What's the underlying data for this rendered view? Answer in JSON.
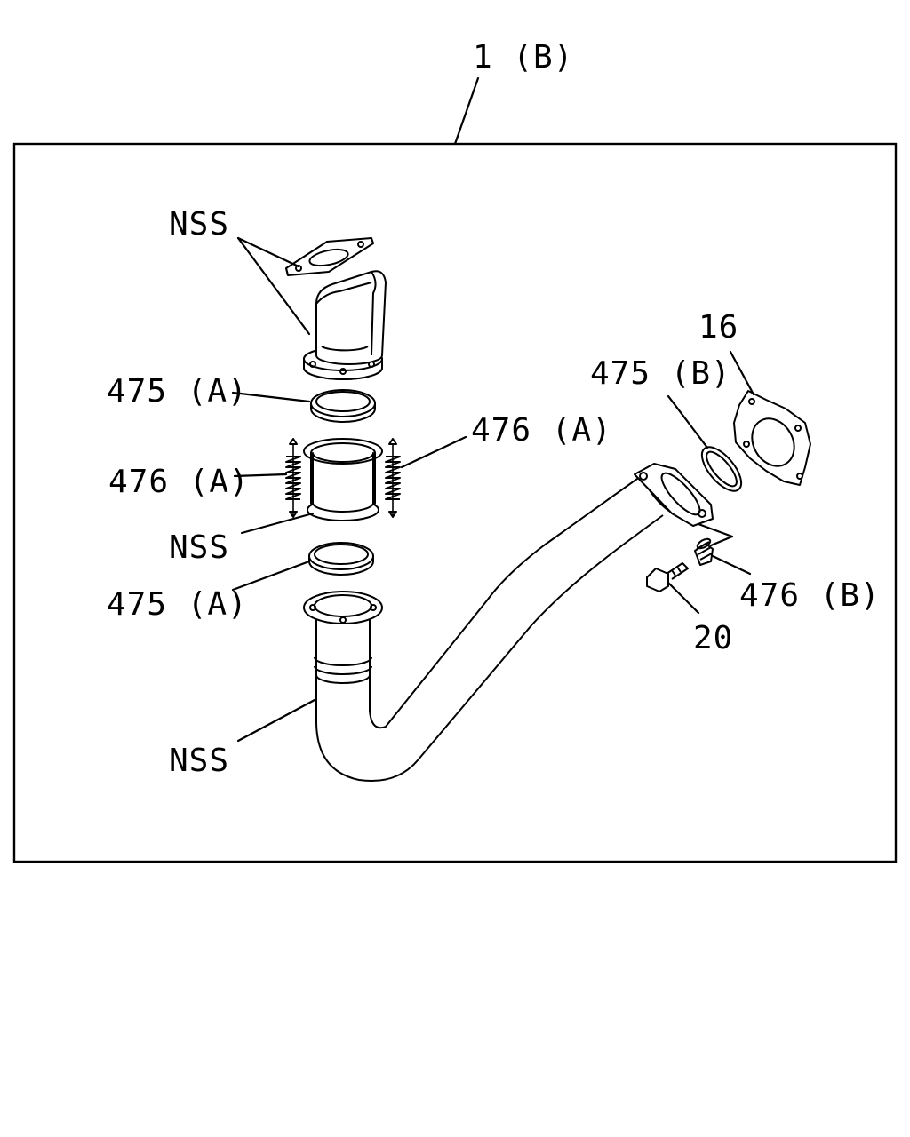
{
  "labels": {
    "assembly": "1 (B)",
    "nss_top": "NSS",
    "clamp_a_top": "475 (A)",
    "spring_a_left": "476 (A)",
    "spring_a_right": "476 (A)",
    "nss_mid": "NSS",
    "clamp_a_bottom": "475 (A)",
    "nss_pipe": "NSS",
    "gasket": "16",
    "clamp_b": "475 (B)",
    "spring_b": "476 (B)",
    "bolt": "20"
  }
}
